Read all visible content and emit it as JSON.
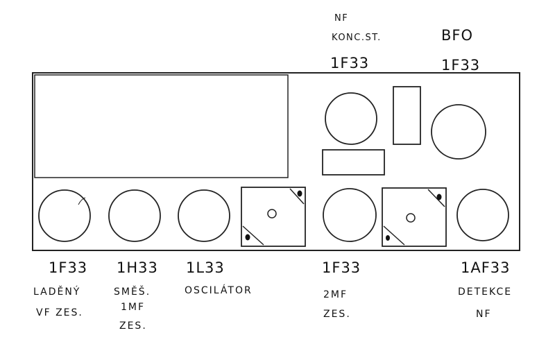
{
  "top_labels": {
    "nf_line1": "NF",
    "nf_line2": "KONC.ST.",
    "nf_code": "1F33",
    "bfo_line1": "BFO",
    "bfo_code": "1F33"
  },
  "bottom_labels": [
    {
      "code": "1F33",
      "lines": [
        "LADĚNÝ",
        "VF ZES."
      ]
    },
    {
      "code": "1H33",
      "lines": [
        "SMĚŠ.",
        "1MF",
        "ZES."
      ]
    },
    {
      "code": "1L33",
      "lines": [
        "OSCILÁTOR"
      ]
    },
    {
      "code": "1F33",
      "lines": [
        "2MF",
        "ZES."
      ]
    },
    {
      "code": "1AF33",
      "lines": [
        "DETEKCE",
        "NF"
      ]
    }
  ],
  "colors": {
    "ink": "#222222",
    "background": "#ffffff"
  }
}
